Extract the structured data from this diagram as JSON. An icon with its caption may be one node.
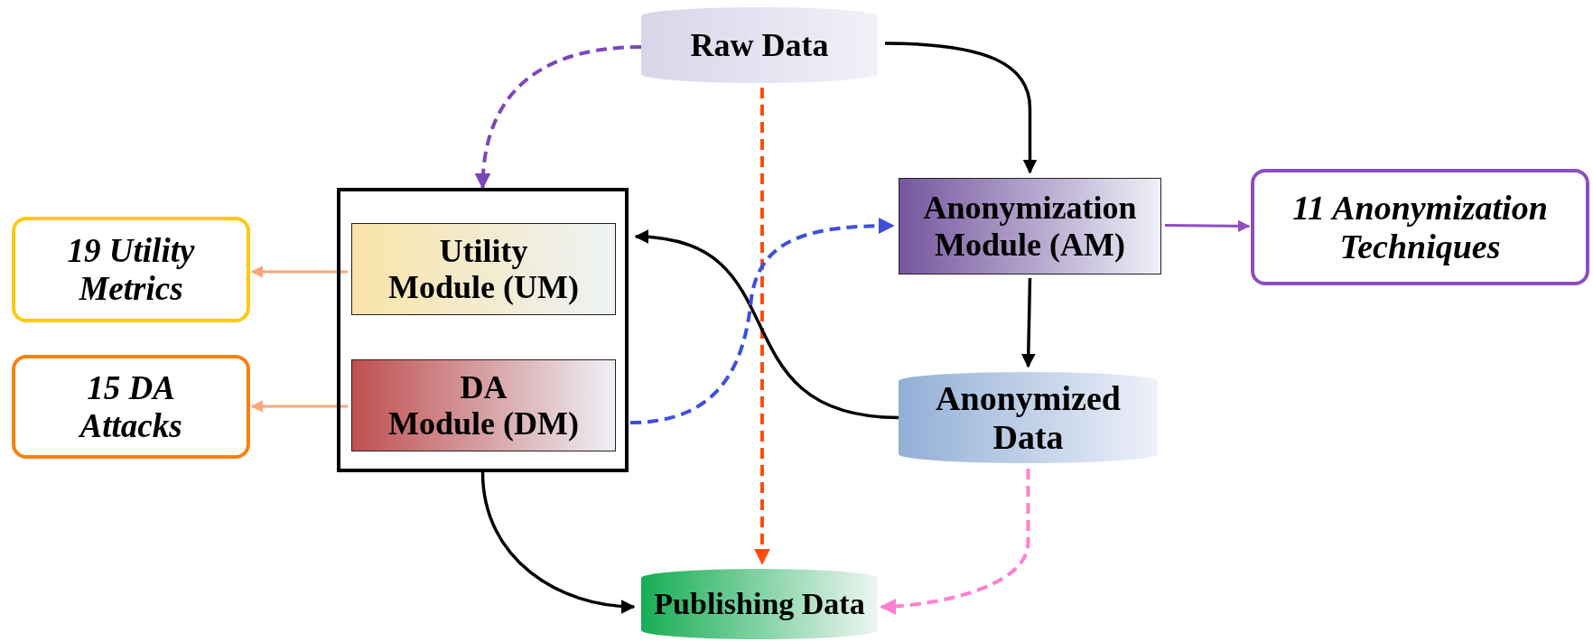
{
  "diagram": {
    "nodes": [
      {
        "text": [
          "Raw Data"
        ]
      },
      {
        "text": [],
        "shape": "box"
      },
      {
        "text": [
          "Utility Module (UM)"
        ],
        "in": 1
      },
      {
        "text": [
          "DA Module (DM)"
        ],
        "in": 1
      },
      {
        "text": [
          "19 Utility Metrics"
        ]
      },
      {
        "text": [
          "15 DA Attacks"
        ]
      },
      {
        "text": [
          "Anonymization Module (AM)"
        ]
      },
      {
        "text": [
          "11 Anonymization Techniques"
        ]
      },
      {
        "text": [
          "Anonymized Data"
        ]
      },
      {
        "text": [
          "Publishing Data"
        ]
      }
    ],
    "edges": [
      {
        "from": 0,
        "to": 1,
        "arrow": "to",
        "style": "dashed",
        "color": "#7b48b8"
      },
      {
        "from": 0,
        "to": 9,
        "arrow": "to",
        "style": "dashed",
        "color": "#ff4a12"
      },
      {
        "from": 0,
        "to": 6,
        "arrow": "to"
      },
      {
        "from": 6,
        "to": 7,
        "arrow": "to",
        "color": "#8c4fc0"
      },
      {
        "from": 6,
        "to": 8,
        "arrow": "to"
      },
      {
        "from": 8,
        "to": 1,
        "arrow": "to"
      },
      {
        "from": 3,
        "to": 6,
        "arrow": "to",
        "style": "dashed",
        "color": "#3f4fd8"
      },
      {
        "from": 1,
        "to": 9,
        "arrow": "to"
      },
      {
        "from": 8,
        "to": 9,
        "arrow": "to",
        "style": "dashed",
        "color": "#ff80d0"
      },
      {
        "from": 2,
        "to": 4,
        "arrow": "to",
        "color": "#f9a77b"
      },
      {
        "from": 3,
        "to": 5,
        "arrow": "to",
        "color": "#f9a77b"
      }
    ]
  }
}
